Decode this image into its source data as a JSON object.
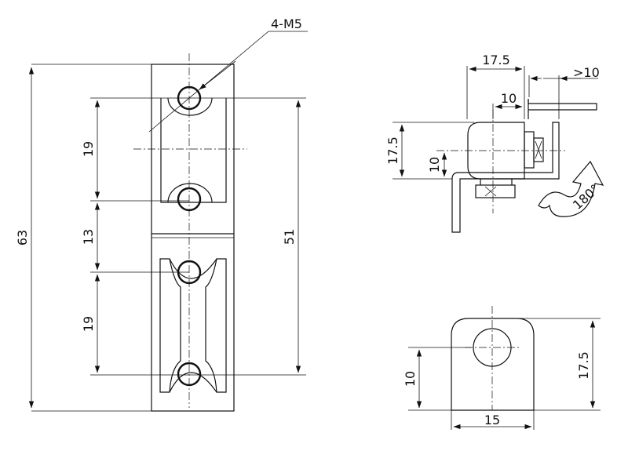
{
  "front_view": {
    "label_thread": "4-M5",
    "dim_total": "63",
    "dim_upper_pitch": "19",
    "dim_middle": "13",
    "dim_lower_pitch": "19",
    "dim_span": "51"
  },
  "side_view": {
    "dim_width": "17.5",
    "dim_overhang": ">10",
    "dim_offset": "10",
    "dim_height": "17.5",
    "dim_hole": "10",
    "rotation": "180°"
  },
  "bracket_view": {
    "dim_height": "17.5",
    "dim_hole_height": "10",
    "dim_width": "15"
  }
}
